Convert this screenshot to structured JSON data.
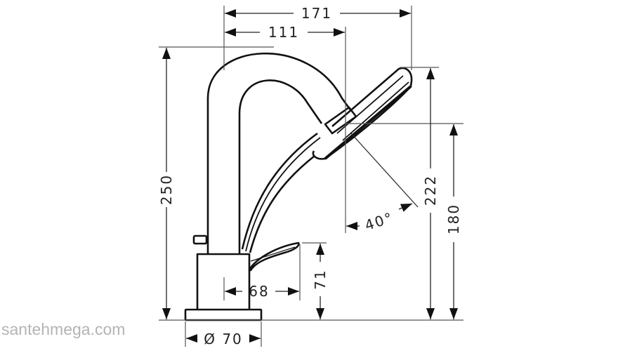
{
  "drawing": {
    "subject": "bath-mixer-with-hand-shower",
    "units": "mm",
    "dimensions": {
      "overall_width": "171",
      "spout_reach": "111",
      "overall_height": "250",
      "shower_top_height": "222",
      "shower_bottom_height": "180",
      "lever_height": "71",
      "lever_reach": "68",
      "base_diameter": "Ø 70",
      "shower_angle": "40°"
    },
    "colors": {
      "line": "#111111",
      "dimension_line": "#555555",
      "watermark": "#b4b4b4"
    }
  },
  "watermark": {
    "text": "santehmega.com"
  }
}
